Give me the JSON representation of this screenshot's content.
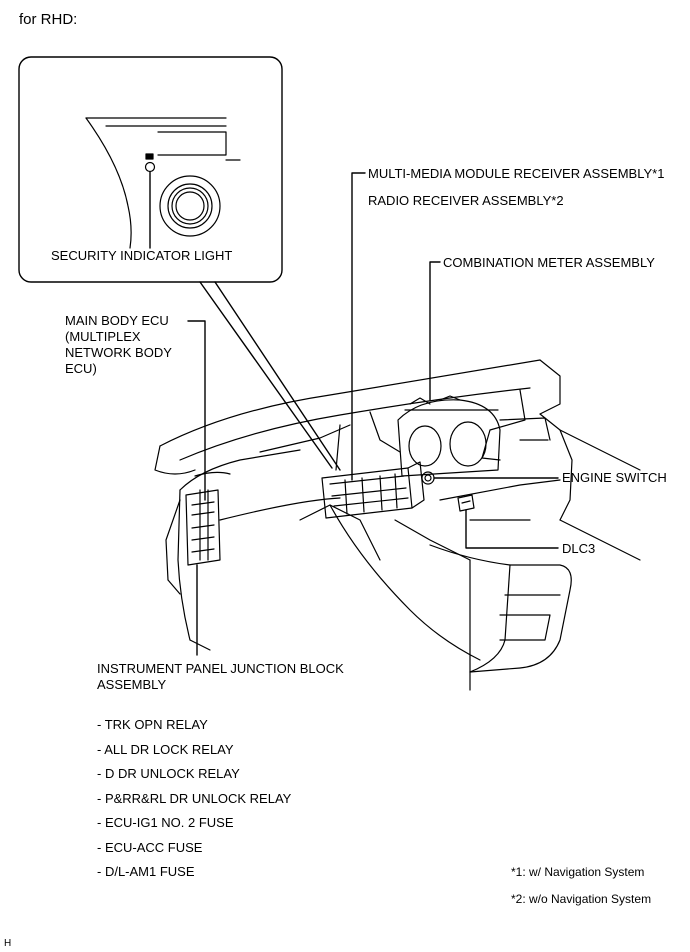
{
  "header": {
    "title": "for RHD:"
  },
  "inset": {
    "label": "SECURITY INDICATOR LIGHT"
  },
  "callouts": {
    "multimedia": "MULTI-MEDIA MODULE RECEIVER ASSEMBLY*1",
    "radio": "RADIO RECEIVER ASSEMBLY*2",
    "combination_meter": "COMBINATION METER ASSEMBLY",
    "main_body_ecu": [
      "MAIN BODY ECU",
      "(MULTIPLEX",
      "NETWORK BODY",
      "ECU)"
    ],
    "engine_switch": "ENGINE SWITCH",
    "dlc3": "DLC3",
    "junction_block": [
      "INSTRUMENT PANEL JUNCTION BLOCK",
      "ASSEMBLY"
    ]
  },
  "junction_block_items": [
    "- TRK OPN RELAY",
    "- ALL DR LOCK RELAY",
    "- D DR UNLOCK RELAY",
    "- P&RR&RL DR UNLOCK RELAY",
    "- ECU-IG1 NO. 2 FUSE",
    "- ECU-ACC FUSE",
    "- D/L-AM1 FUSE"
  ],
  "footnotes": [
    "*1: w/ Navigation System",
    "*2: w/o Navigation System"
  ],
  "corner_mark": "H"
}
